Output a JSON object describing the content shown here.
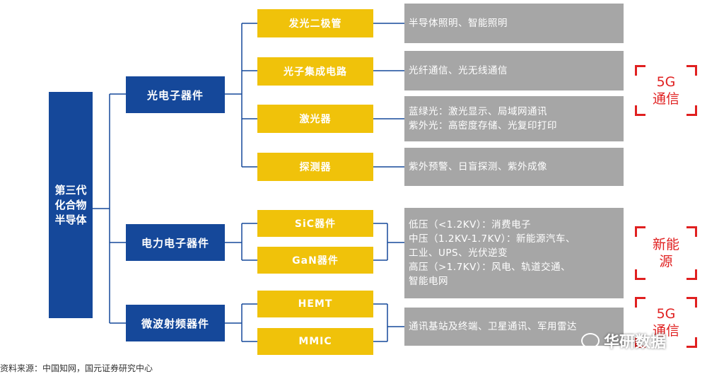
{
  "root": {
    "label": "第三代化合物半导体"
  },
  "categories": [
    {
      "label": "光电子器件"
    },
    {
      "label": "电力电子器件"
    },
    {
      "label": "微波射频器件"
    }
  ],
  "devices": [
    {
      "label": "发光二极管"
    },
    {
      "label": "光子集成电路"
    },
    {
      "label": "激光器"
    },
    {
      "label": "探测器"
    },
    {
      "label": "SiC器件"
    },
    {
      "label": "GaN器件"
    },
    {
      "label": "HEMT"
    },
    {
      "label": "MMIC"
    }
  ],
  "applications": [
    {
      "lines": [
        "半导体照明、智能照明"
      ]
    },
    {
      "lines": [
        "光纤通信、光无线通信"
      ]
    },
    {
      "lines": [
        "蓝绿光：激光显示、局域网通讯",
        "紫外光：高密度存储、光复印打印"
      ]
    },
    {
      "lines": [
        "紫外预警、日盲探测、紫外成像"
      ]
    },
    {
      "lines": [
        "低压（<1.2KV）：消费电子",
        "中压（1.2KV-1.7KV）：新能源汽车、",
        "工业、UPS、光伏逆变",
        "高压（>1.7KV）：风电、轨道交通、",
        "智能电网"
      ]
    },
    {
      "lines": [
        "通讯基站及终端、卫星通讯、军用雷达"
      ]
    }
  ],
  "tags": [
    {
      "line1": "5G",
      "line2": "通信"
    },
    {
      "line1": "新能",
      "line2": "源"
    },
    {
      "line1": "5G",
      "line2": "通信"
    }
  ],
  "source": "资料来源：中国知网，国元证券研究中心",
  "watermark": "华研数据",
  "colors": {
    "blue": "#15489a",
    "yellow": "#f0c20a",
    "gray": "#a6a6a6",
    "red": "#e02020"
  }
}
